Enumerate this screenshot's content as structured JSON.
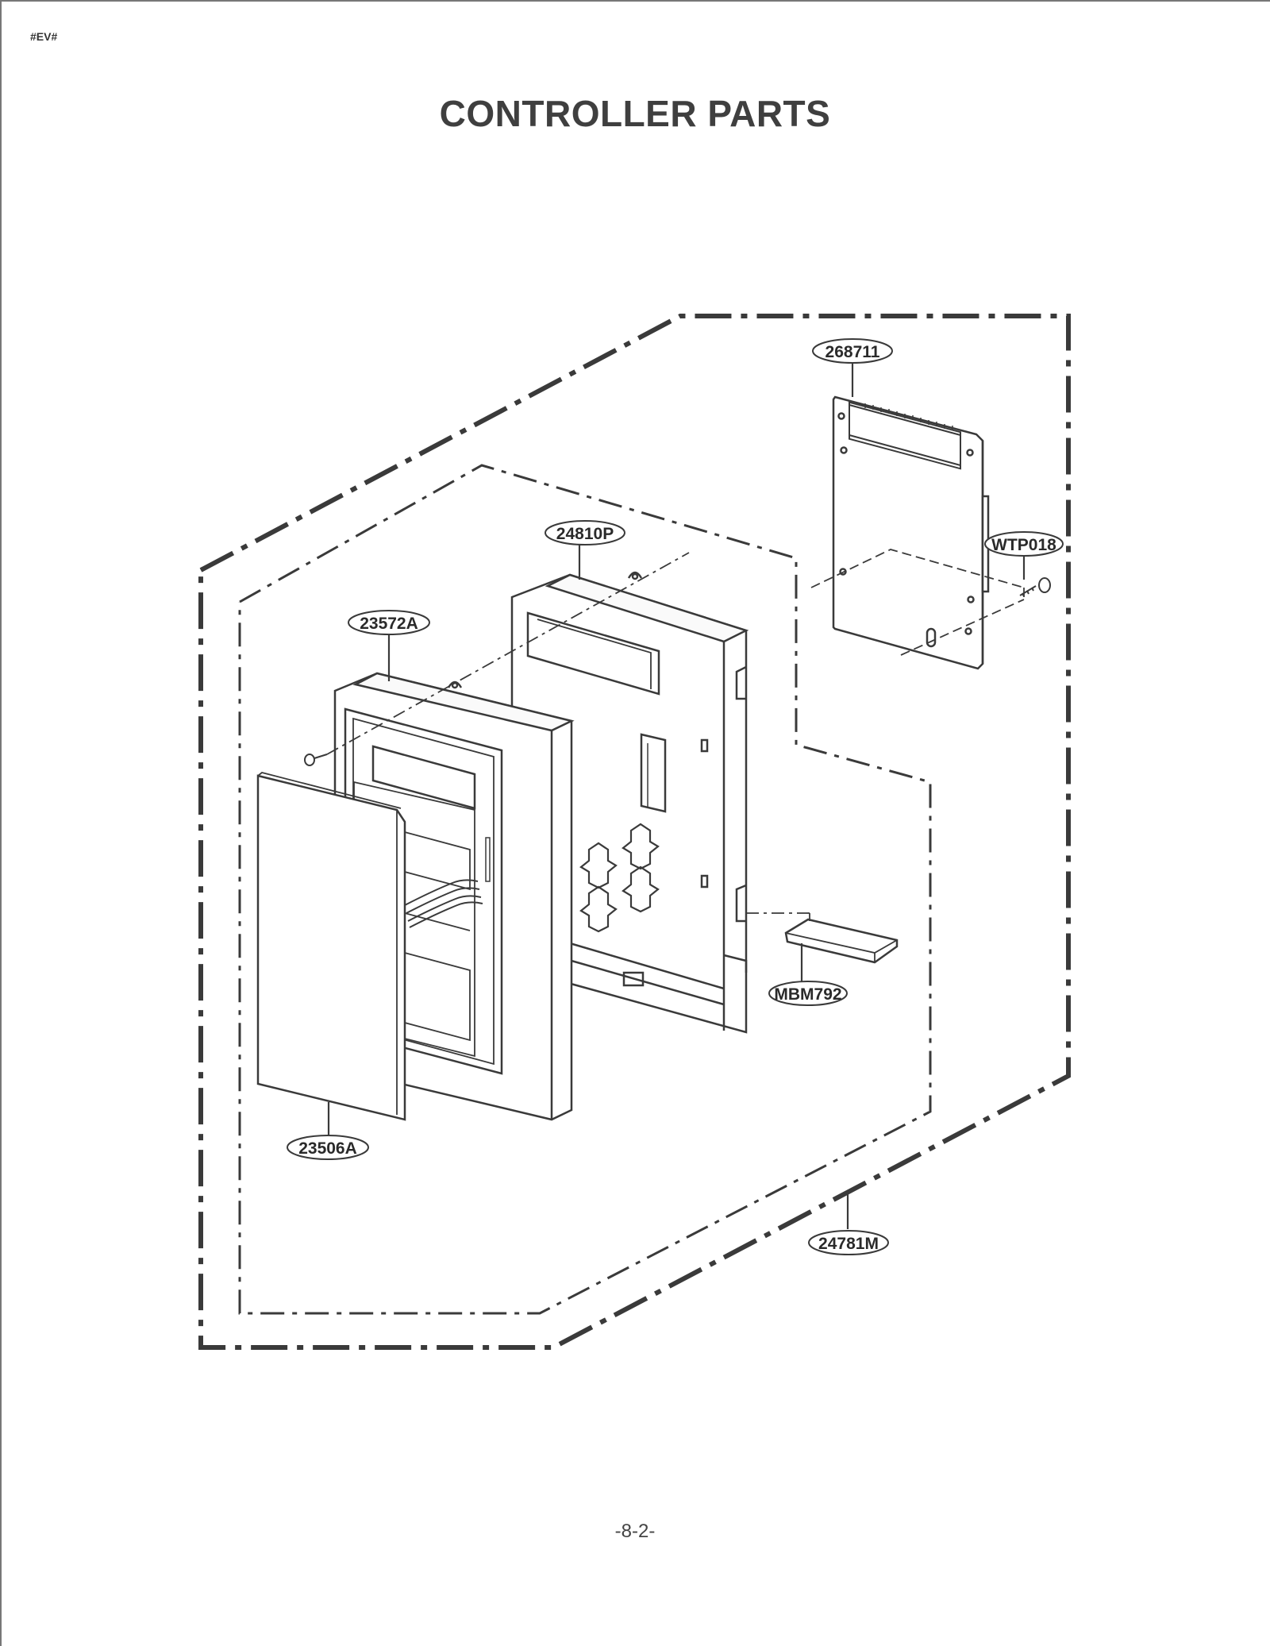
{
  "header": {
    "tag": "#EV#",
    "title": "CONTROLLER PARTS"
  },
  "footer": {
    "page_number": "-8-2-"
  },
  "diagram": {
    "callouts": [
      {
        "id": "pcb-assembly",
        "label": "268711"
      },
      {
        "id": "screw",
        "label": "WTP018"
      },
      {
        "id": "frame",
        "label": "24810P"
      },
      {
        "id": "control-panel",
        "label": "23572A"
      },
      {
        "id": "membrane-sheet",
        "label": "23506A"
      },
      {
        "id": "connector-clip",
        "label": "MBM792"
      },
      {
        "id": "controller-assembly",
        "label": "24781M"
      }
    ]
  }
}
